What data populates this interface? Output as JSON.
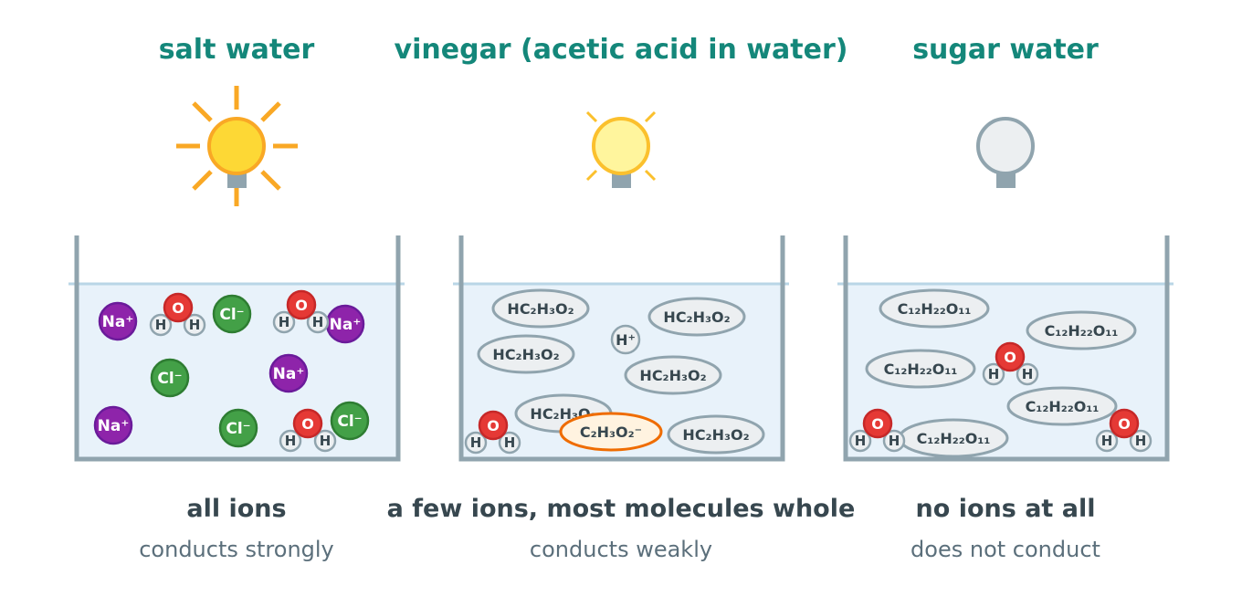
{
  "panels": [
    {
      "title": "salt water",
      "caption": "all ions",
      "subcaption": "conducts strongly",
      "bulb": "bright"
    },
    {
      "title": "vinegar (acetic acid in water)",
      "caption": "a few ions, most molecules whole",
      "subcaption": "conducts weakly",
      "bulb": "dim"
    },
    {
      "title": "sugar water",
      "caption": "no ions at all",
      "subcaption": "does not conduct",
      "bulb": "off"
    }
  ],
  "labels": {
    "sodium": "Na⁺",
    "chloride": "Cl⁻",
    "oxygen": "O",
    "hydrogen": "H",
    "hydrogen_ion": "H⁺",
    "acetic_acid": "HC₂H₃O₂",
    "acetate": "C₂H₃O₂⁻",
    "sucrose": "C₁₂H₂₂O₁₁"
  },
  "colors": {
    "title": "#14877a",
    "sodium": "#8e24aa",
    "chloride": "#43a047",
    "oxygen": "#e53935",
    "bulb_bright": "#fdd835",
    "bulb_dim": "#fff59d",
    "bulb_off": "#eceff1",
    "ray": "#f9a825",
    "acetate_outline": "#ef6c00",
    "water": "#e8f2fa"
  }
}
